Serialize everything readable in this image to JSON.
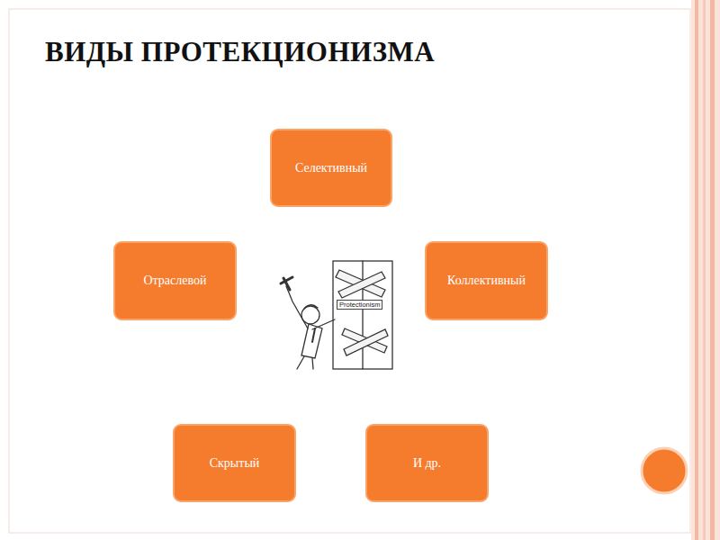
{
  "diagram": {
    "title": "ВИДЫ ПРОТЕКЦИОНИЗМА",
    "nodes": [
      {
        "text": [
          "Селективный"
        ]
      },
      {
        "text": [
          "Отраслевой"
        ]
      },
      {
        "text": [
          "Коллективный"
        ]
      },
      {
        "text": [
          "Скрытый"
        ]
      },
      {
        "text": [
          "И др."
        ]
      }
    ],
    "labels": [
      "Protectionism"
    ]
  }
}
